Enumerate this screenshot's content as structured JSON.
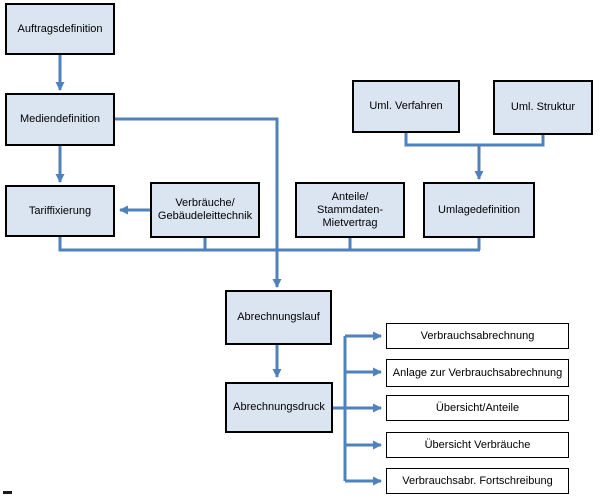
{
  "boxes": {
    "auftragsdefinition": "Auftragsdefinition",
    "mediendefinition": "Mediendefinition",
    "tariffixierung": "Tariffixierung",
    "verbraeuche_glt": "Verbräuche/\nGebäudeleittechnik",
    "anteile_stammdaten": "Anteile/\nStammdaten-\nMietvertrag",
    "umlagedefinition": "Umlagedefinition",
    "uml_verfahren": "Uml. Verfahren",
    "uml_struktur": "Uml. Struktur",
    "abrechnungslauf": "Abrechnungslauf",
    "abrechnungsdruck": "Abrechnungsdruck"
  },
  "outputs": [
    "Verbrauchsabrechnung",
    "Anlage zur Verbrauchsabrechnung",
    "Übersicht/Anteile",
    "Übersicht Verbräuche",
    "Verbrauchsabr. Fortschreibung"
  ],
  "colors": {
    "connector": "#4f81bd",
    "box-fill": "#dbe5f1",
    "box-border": "#000000",
    "output-fill": "#ffffff",
    "output-border": "#000000"
  }
}
